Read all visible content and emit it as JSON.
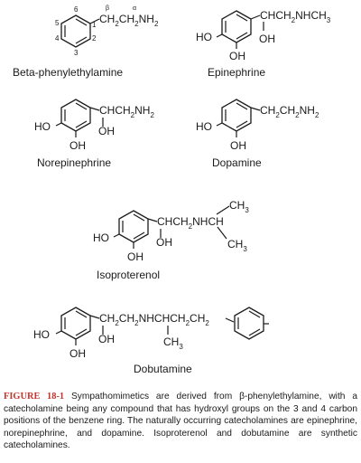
{
  "compounds": [
    {
      "name": "Beta-phenylethylamine",
      "chain": "CH₂CH₂NH₂",
      "chain_parts": [
        "CH",
        "2",
        "CH",
        "2",
        "NH",
        "2"
      ],
      "greek_labels": [
        "β",
        "α"
      ],
      "ring_positions": [
        "1",
        "2",
        "3",
        "4",
        "5",
        "6"
      ]
    },
    {
      "name": "Epinephrine",
      "chain_parts": [
        "CHCH",
        "2",
        "NHCH",
        "3"
      ],
      "substituents": [
        "HO",
        "OH",
        "OH"
      ]
    },
    {
      "name": "Norepinephrine",
      "chain_parts": [
        "CHCH",
        "2",
        "NH",
        "2"
      ],
      "substituents": [
        "HO",
        "OH",
        "OH"
      ]
    },
    {
      "name": "Dopamine",
      "chain_parts": [
        "CH",
        "2",
        "CH",
        "2",
        "NH",
        "2"
      ],
      "substituents": [
        "HO",
        "OH"
      ]
    },
    {
      "name": "Isoproterenol",
      "chain_parts": [
        "CHCH",
        "2",
        "NHCH"
      ],
      "branch_top": [
        "CH",
        "3"
      ],
      "branch_bottom": [
        "CH",
        "3"
      ],
      "substituents": [
        "HO",
        "OH",
        "OH"
      ]
    },
    {
      "name": "Dobutamine",
      "chain_parts": [
        "CH",
        "2",
        "CH",
        "2",
        "NHCHCH",
        "2",
        "CH",
        "2"
      ],
      "branch_bottom": [
        "CH",
        "3"
      ],
      "substituents": [
        "HO",
        "OH",
        "OH"
      ]
    }
  ],
  "caption": {
    "figure_number": "FIGURE 18-1",
    "text": " Sympathomimetics are derived from β-phenylethylamine, with a catecholamine being any compound that has hydroxyl groups on the 3 and 4 carbon positions of the benzene ring. The naturally occurring catecholamines are epinephrine, norepinephrine, and dopamine. Isoproterenol and dobutamine are synthetic catecholamines."
  }
}
